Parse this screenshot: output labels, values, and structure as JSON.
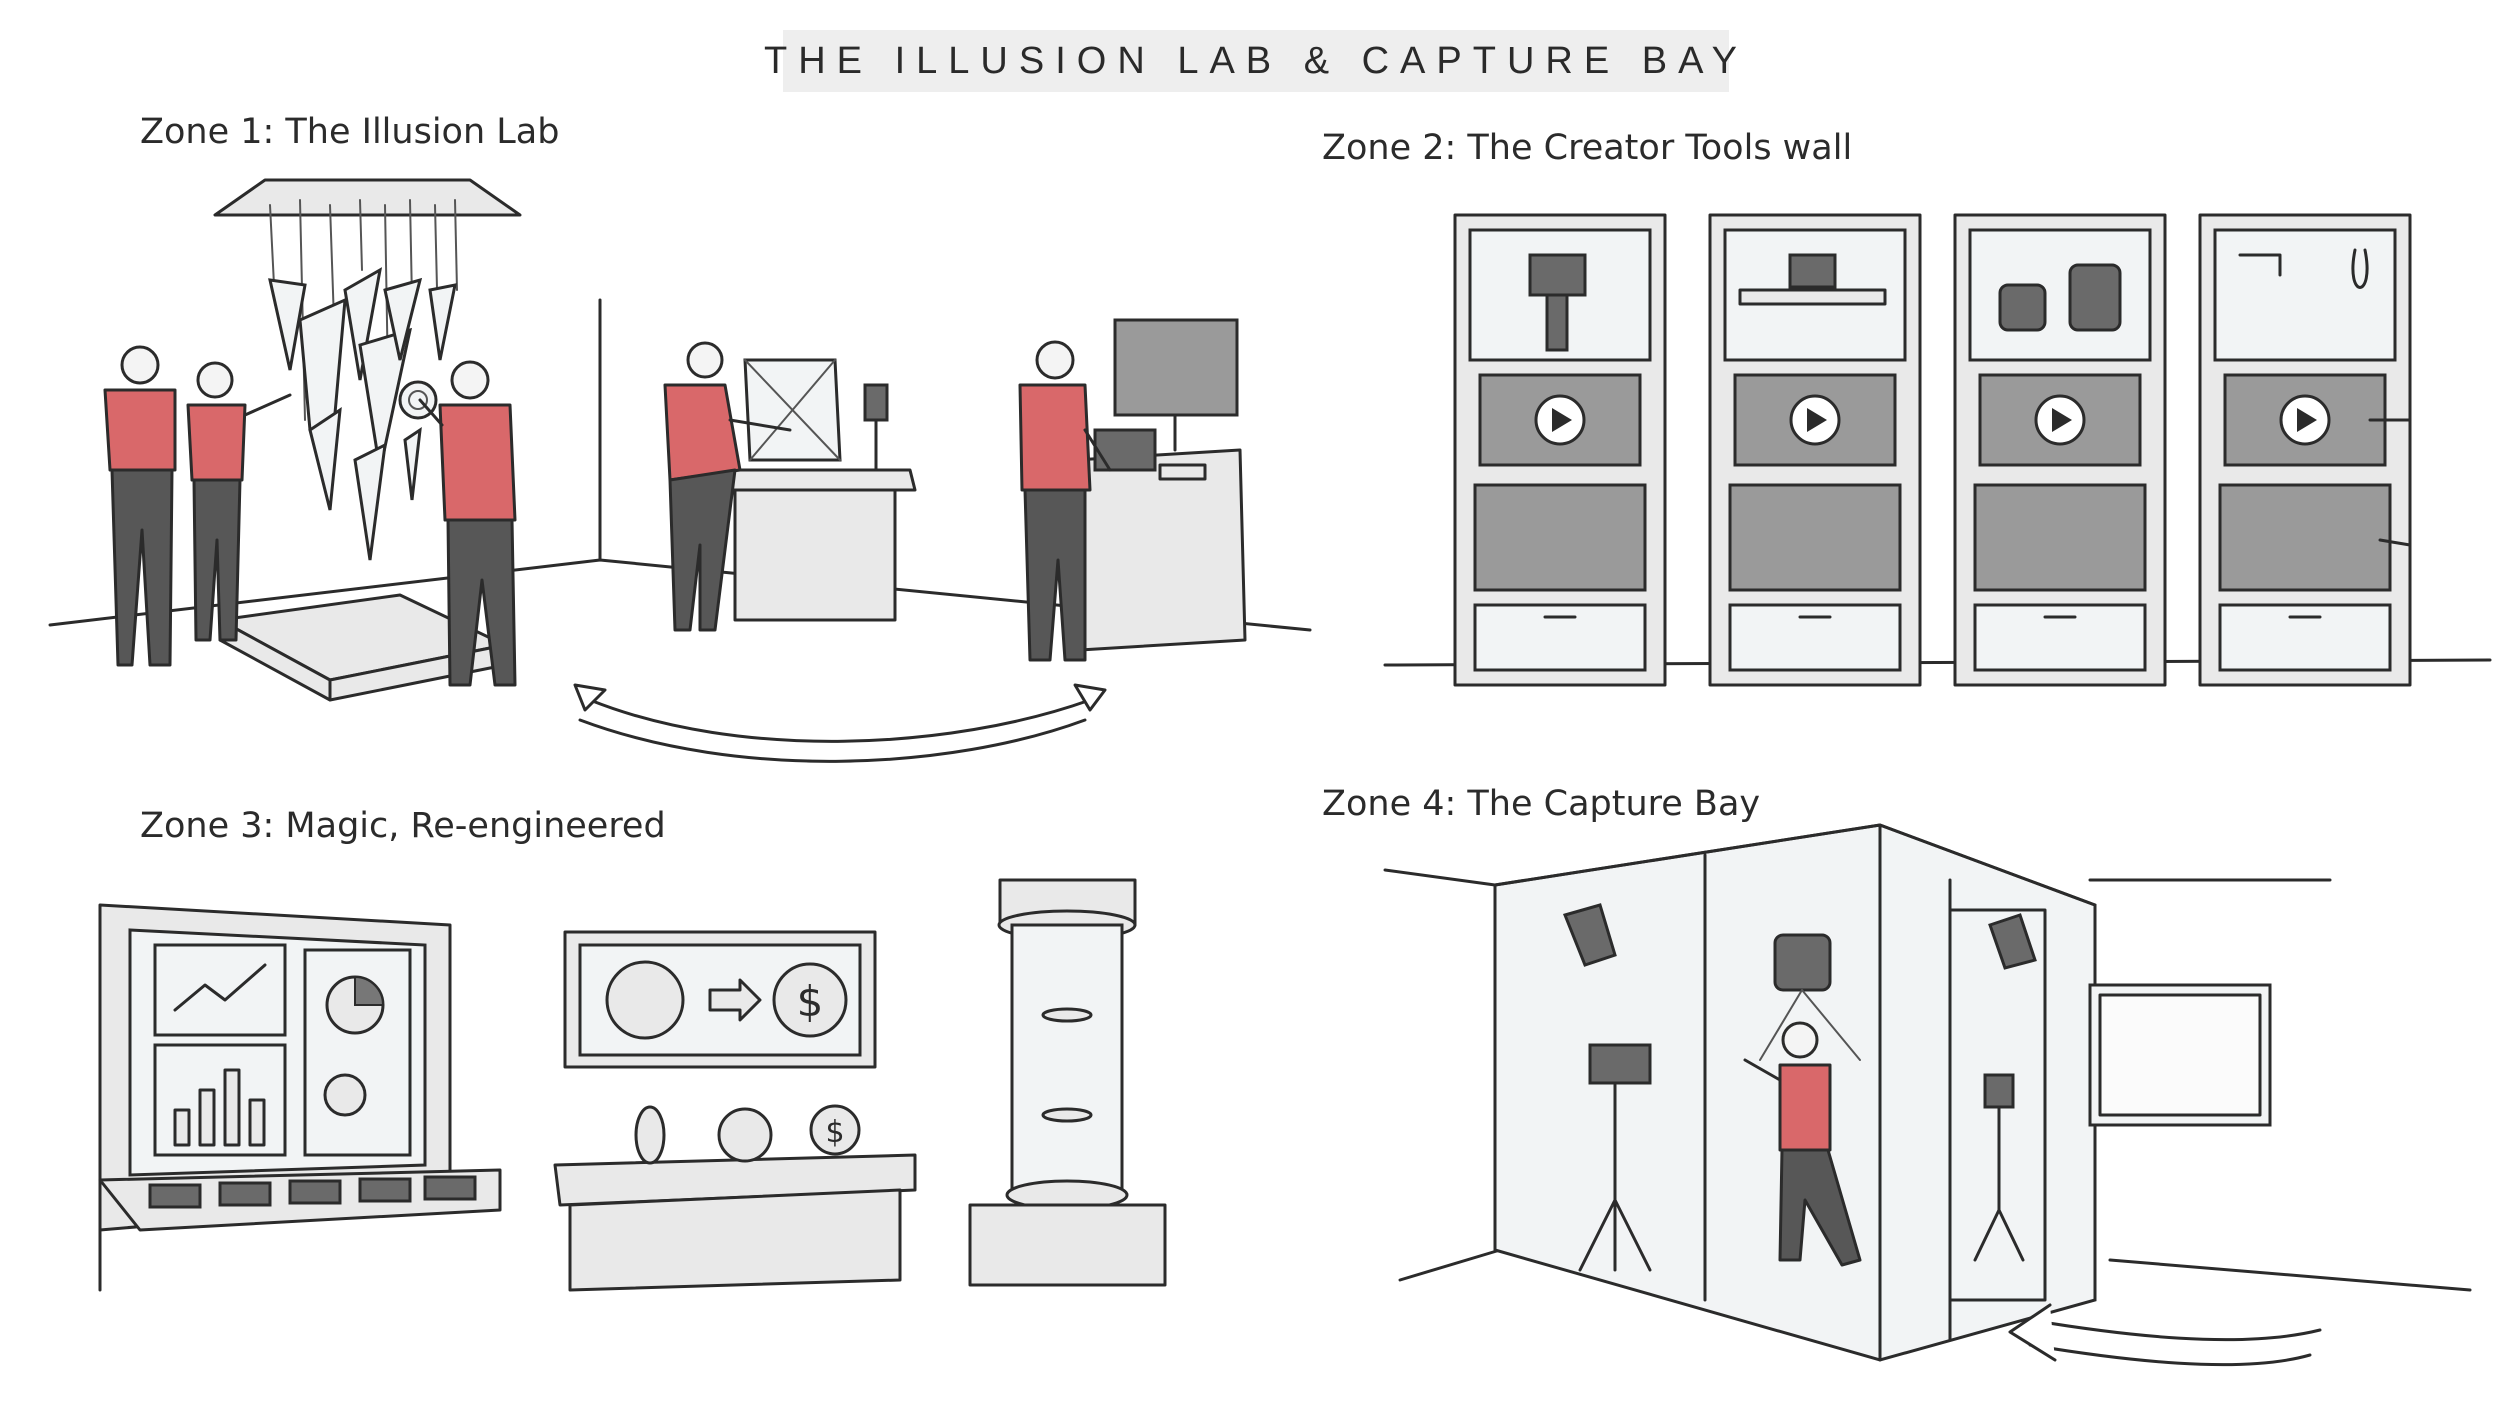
{
  "header": {
    "title": "THE ILLUSION LAB & CAPTURE BAY"
  },
  "zones": [
    {
      "label": "Zone 1: The Illusion Lab"
    },
    {
      "label": "Zone 2: The Creator Tools wall"
    },
    {
      "label": "Zone 3: Magic, Re-engineered"
    },
    {
      "label": "Zone 4: The Capture Bay"
    }
  ],
  "colors": {
    "accent_shirt": "#d9686a",
    "ink": "#2b2b2b",
    "title_bg": "#eeeeee"
  },
  "icons": [
    "play-icon",
    "dollar-icon",
    "arrow-right-icon",
    "line-chart-icon",
    "bar-chart-icon",
    "pie-chart-icon",
    "flow-arrow-icon"
  ]
}
